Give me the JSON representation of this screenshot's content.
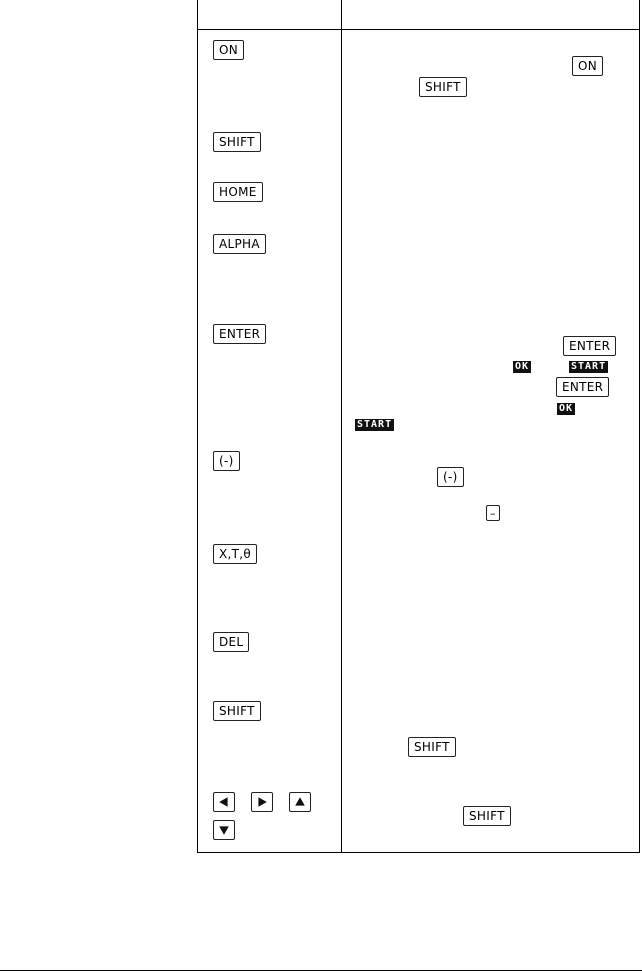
{
  "keys": {
    "on": "ON",
    "shift": "SHIFT",
    "home": "HOME",
    "alpha": "ALPHA",
    "enter": "ENTER",
    "negate": "(-)",
    "xt_theta": "X,T,θ",
    "del": "DEL",
    "minus": "–"
  },
  "softkeys": {
    "ok": "OK",
    "start": "START"
  },
  "icons": {
    "left": "left-arrow-icon",
    "right": "right-arrow-icon",
    "up": "up-arrow-icon",
    "down": "down-arrow-icon"
  }
}
